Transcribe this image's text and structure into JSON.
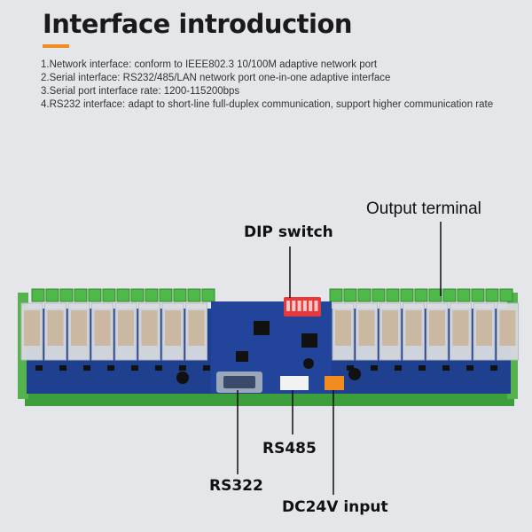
{
  "header": {
    "title": "Interface introduction"
  },
  "intro": {
    "items": [
      "1.Network interface: conform to IEEE802.3 10/100M adaptive network port",
      "2.Serial interface: RS232/485/LAN network port one-in-one adaptive interface",
      "3.Serial port interface rate: 1200-115200bps",
      "4.RS232 interface: adapt to short-line full-duplex communication, support higher communication rate"
    ]
  },
  "callouts": {
    "dip_switch": "DIP switch",
    "output_terminal": "Output terminal",
    "rs485": "RS485",
    "rs322": "RS322",
    "dc24v": "DC24V input"
  },
  "colors": {
    "accent": "#f28c1e",
    "board": "#1f3f8f",
    "terminal": "#4fb84a",
    "dip": "#e8393a"
  }
}
